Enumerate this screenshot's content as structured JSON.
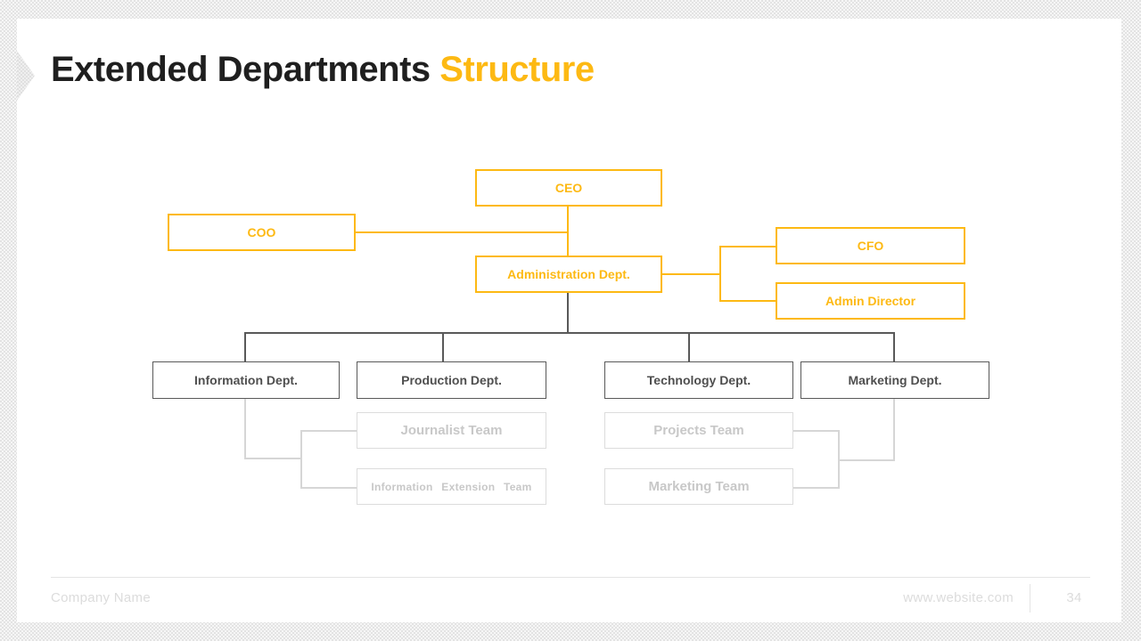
{
  "slide": {
    "title": {
      "main": "Extended Departments",
      "accent": "Structure"
    },
    "footer": {
      "company": "Company Name",
      "website": "www.website.com",
      "page": "34"
    }
  },
  "org": {
    "ceo": "CEO",
    "coo": "COO",
    "cfo": "CFO",
    "admin_dept": "Administration Dept.",
    "admin_director": "Admin Director",
    "information_dept": "Information Dept.",
    "production_dept": "Production Dept.",
    "technology_dept": "Technology Dept.",
    "marketing_dept": "Marketing Dept.",
    "journalist_team": "Journalist Team",
    "information_extension_team": "Information Extension Team",
    "projects_team": "Projects Team",
    "marketing_team": "Marketing Team"
  },
  "hierarchy_edges": [
    "CEO > Administration Dept.",
    "CEO > COO",
    "Administration Dept. > CFO",
    "Administration Dept. > Admin Director",
    "Administration Dept. > Information Dept.",
    "Administration Dept. > Production Dept.",
    "Administration Dept. > Technology Dept.",
    "Administration Dept. > Marketing Dept.",
    "Information Dept. > Journalist Team",
    "Information Dept. > Information Extension Team",
    "Marketing Dept. > Projects Team",
    "Marketing Dept. > Marketing Team"
  ],
  "colors": {
    "accent_yellow": "#fdb913",
    "dark_gray": "#595959",
    "light_gray": "#d6d6d6",
    "background": "#e9e9e9"
  }
}
